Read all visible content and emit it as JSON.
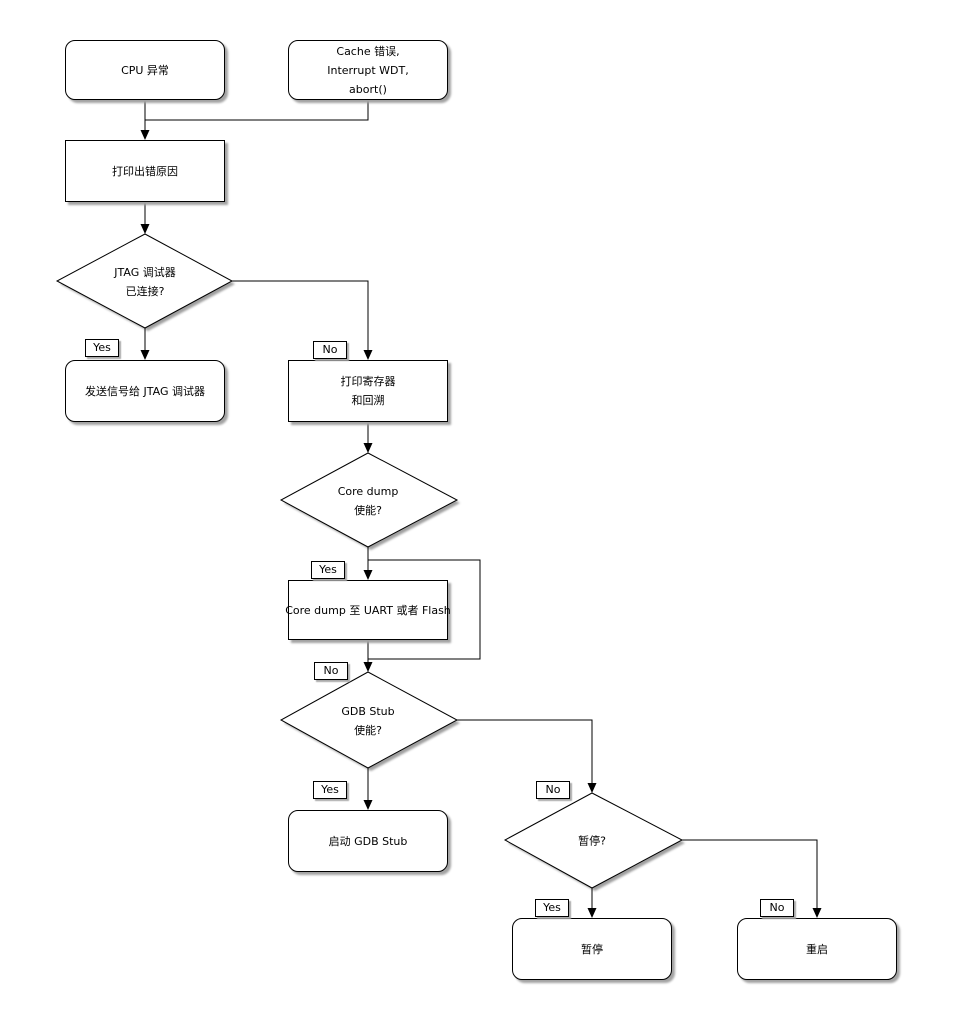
{
  "diagram": {
    "colors": {
      "background": "#ffffff",
      "stroke": "#000000",
      "node_fill": "#ffffff",
      "shadow": "#a3a3a3"
    },
    "nodes": {
      "cpu_exception": {
        "label": "CPU 异常",
        "shape": "rounded"
      },
      "cache_error": {
        "label": "Cache 错误,\nInterrupt WDT,\nabort()",
        "shape": "rounded"
      },
      "print_cause": {
        "label": "打印出错原因",
        "shape": "process"
      },
      "jtag_connected": {
        "label": "JTAG 调试器\n已连接?",
        "shape": "decision"
      },
      "send_jtag": {
        "label": "发送信号给 JTAG 调试器",
        "shape": "rounded"
      },
      "print_registers": {
        "label": "打印寄存器\n和回溯",
        "shape": "process"
      },
      "coredump_enabled": {
        "label": "Core dump\n使能?",
        "shape": "decision"
      },
      "coredump_uart": {
        "label": "Core dump 至 UART 或者 Flash",
        "shape": "process"
      },
      "gdbstub_enabled": {
        "label": "GDB Stub\n使能?",
        "shape": "decision"
      },
      "start_gdb": {
        "label": "启动 GDB Stub",
        "shape": "rounded"
      },
      "halt_question": {
        "label": "暂停?",
        "shape": "decision"
      },
      "halt": {
        "label": "暂停",
        "shape": "rounded"
      },
      "reboot": {
        "label": "重启",
        "shape": "rounded"
      }
    },
    "edge_labels": {
      "jtag_yes": "Yes",
      "jtag_no": "No",
      "coredump_yes": "Yes",
      "coredump_no": "No",
      "gdb_yes": "Yes",
      "gdb_no": "No",
      "halt_yes": "Yes",
      "halt_no": "No"
    }
  }
}
